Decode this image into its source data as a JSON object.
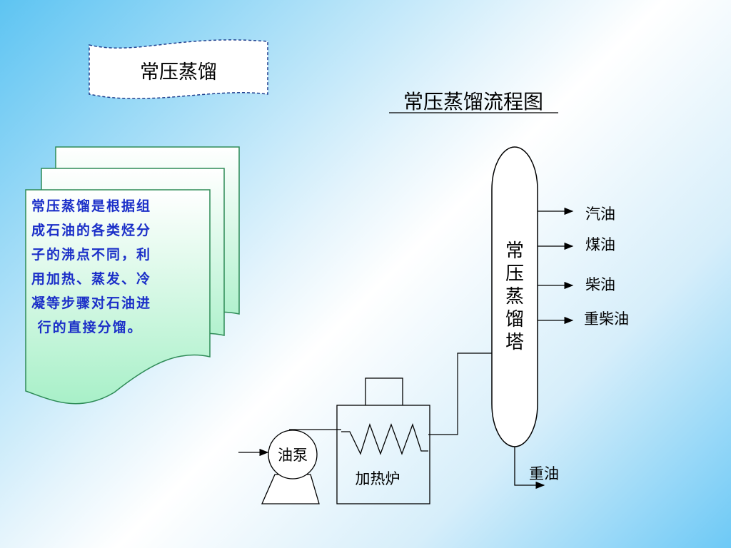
{
  "banner": {
    "text": "常压蒸馏"
  },
  "title": {
    "text": "常压蒸馏流程图"
  },
  "description": {
    "lines": [
      "常压蒸馏是根据组",
      "成石油的各类烃分",
      "子的沸点不同，利",
      "用加热、蒸发、冷",
      "凝等步骤对石油进",
      " 行的直接分馏。"
    ]
  },
  "tower": {
    "chars": [
      "常",
      "压",
      "蒸",
      "馏",
      "塔"
    ]
  },
  "outputs": [
    "汽油",
    "煤油",
    "柴油",
    "重柴油"
  ],
  "bottom_output": "重油",
  "pump_label": "油泵",
  "furnace_label": "加热炉",
  "colors": {
    "text_blue": "#1b2fc8",
    "note_fill": "#b8f5d0",
    "note_border": "#2e8b57",
    "banner_border": "#1f3f8f"
  }
}
